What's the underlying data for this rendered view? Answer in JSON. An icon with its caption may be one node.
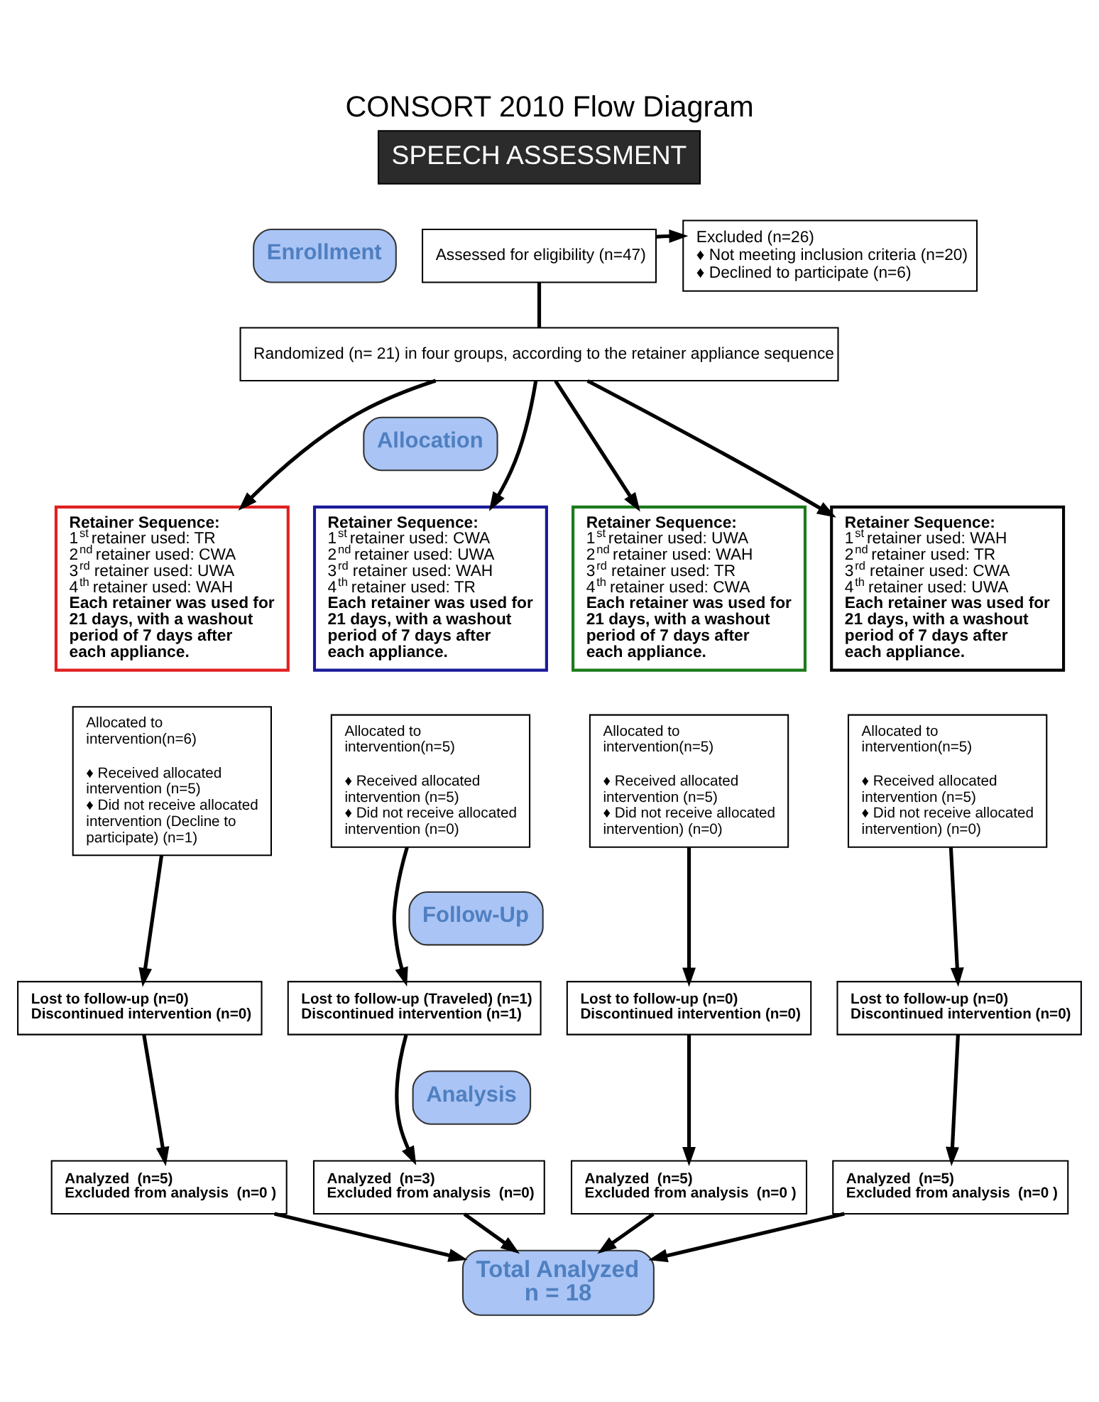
{
  "diagram": {
    "title": "CONSORT 2010 Flow Diagram",
    "nodes": [
      {
        "text": [
          "SPEECH ASSESSMENT"
        ]
      },
      {
        "text": [
          "Enrollment"
        ]
      },
      {
        "text": [
          "Assessed for eligibility (n=47)"
        ]
      },
      {
        "text": [
          "Excluded (n=26)",
          "♦ Not meeting inclusion criteria (n=20)",
          "♦ Declined to participate (n=6)"
        ]
      },
      {
        "text": [
          "Randomized (n= 21) in four groups, according to the retainer appliance sequence"
        ]
      },
      {
        "text": [
          "Allocation"
        ]
      },
      {
        "text": [
          "Retainer Sequence:",
          "1$^{st}$ retainer used: TR",
          "2$^{nd}$ retainer used: CWA",
          "3$^{rd}$ retainer used: UWA",
          "4$^{th}$ retainer used: WAH",
          "Each retainer was used for 21 days, with a washout period of 7 days after each appliance."
        ]
      },
      {
        "text": [
          "Retainer Sequence:",
          "1$^{st}$ retainer used: CWA",
          "2$^{nd}$ retainer used: UWA",
          "3$^{rd}$ retainer used: WAH",
          "4$^{th}$ retainer used: TR",
          "Each retainer was used for 21 days, with a washout period of 7 days after each appliance."
        ]
      },
      {
        "text": [
          "Retainer Sequence:",
          "1$^{st}$ retainer used: UWA",
          "2$^{nd}$ retainer used: WAH",
          "3$^{rd}$ retainer used: TR",
          "4$^{th}$ retainer used: CWA",
          "Each retainer was used for 21 days, with a washout period of 7 days after each appliance."
        ]
      },
      {
        "text": [
          "Retainer Sequence:",
          "1$^{st}$ retainer used: WAH",
          "2$^{nd}$ retainer used: TR",
          "3$^{rd}$ retainer used: CWA",
          "4$^{th}$ retainer used: UWA",
          "Each retainer was used for 21 days, with a washout period of 7 days after each appliance."
        ]
      },
      {
        "text": [
          "Allocated to intervention(n=6)",
          "♦ Received allocated intervention (n=5)",
          "♦ Did not receive allocated intervention (Decline to participate) (n=1)"
        ]
      },
      {
        "text": [
          "Allocated to intervention(n=5)",
          "♦ Received allocated intervention (n=5)",
          "♦ Did not receive allocated intervention (n=0)"
        ]
      },
      {
        "text": [
          "Allocated to intervention(n=5)",
          "♦ Received allocated intervention (n=5)",
          "♦ Did not receive allocated intervention) (n=0)"
        ]
      },
      {
        "text": [
          "Allocated to intervention(n=5)",
          "♦ Received allocated intervention (n=5)",
          "♦ Did not receive allocated intervention) (n=0)"
        ]
      },
      {
        "text": [
          "Follow-Up"
        ]
      },
      {
        "text": [
          "Lost to follow-up (n=0)",
          "Discontinued intervention (n=0)"
        ]
      },
      {
        "text": [
          "Lost to follow-up (Traveled) (n=1)",
          "Discontinued intervention (n=1)"
        ]
      },
      {
        "text": [
          "Lost to follow-up (n=0)",
          "Discontinued intervention (n=0)"
        ]
      },
      {
        "text": [
          "Lost to follow-up (n=0)",
          "Discontinued intervention (n=0)"
        ]
      },
      {
        "text": [
          "Analysis"
        ]
      },
      {
        "text": [
          "Analyzed  (n=5)",
          "Excluded from analysis  (n=0 )"
        ]
      },
      {
        "text": [
          "Analyzed  (n=3)",
          "Excluded from analysis  (n=0)"
        ]
      },
      {
        "text": [
          "Analyzed  (n=5)",
          "Excluded from analysis  (n=0 )"
        ]
      },
      {
        "text": [
          "Analyzed  (n=5)",
          "Excluded from analysis  (n=0 )"
        ]
      },
      {
        "text": [
          "Total Analyzed",
          "n = 18"
        ]
      }
    ],
    "edges": [
      {
        "from": 2,
        "to": 3,
        "arrow": "to"
      },
      {
        "from": 2,
        "to": 4,
        "arrow": "none"
      },
      {
        "from": 4,
        "to": 6,
        "arrow": "to"
      },
      {
        "from": 4,
        "to": 7,
        "arrow": "to"
      },
      {
        "from": 4,
        "to": 8,
        "arrow": "to"
      },
      {
        "from": 4,
        "to": 9,
        "arrow": "to"
      },
      {
        "from": 10,
        "to": 15,
        "arrow": "to"
      },
      {
        "from": 11,
        "to": 16,
        "arrow": "to"
      },
      {
        "from": 12,
        "to": 17,
        "arrow": "to"
      },
      {
        "from": 13,
        "to": 18,
        "arrow": "to"
      },
      {
        "from": 15,
        "to": 20,
        "arrow": "to"
      },
      {
        "from": 16,
        "to": 21,
        "arrow": "to"
      },
      {
        "from": 17,
        "to": 22,
        "arrow": "to"
      },
      {
        "from": 18,
        "to": 23,
        "arrow": "to"
      },
      {
        "from": 20,
        "to": 24,
        "arrow": "to"
      },
      {
        "from": 21,
        "to": 24,
        "arrow": "to"
      },
      {
        "from": 22,
        "to": 24,
        "arrow": "to"
      },
      {
        "from": 23,
        "to": 24,
        "arrow": "to"
      }
    ]
  }
}
